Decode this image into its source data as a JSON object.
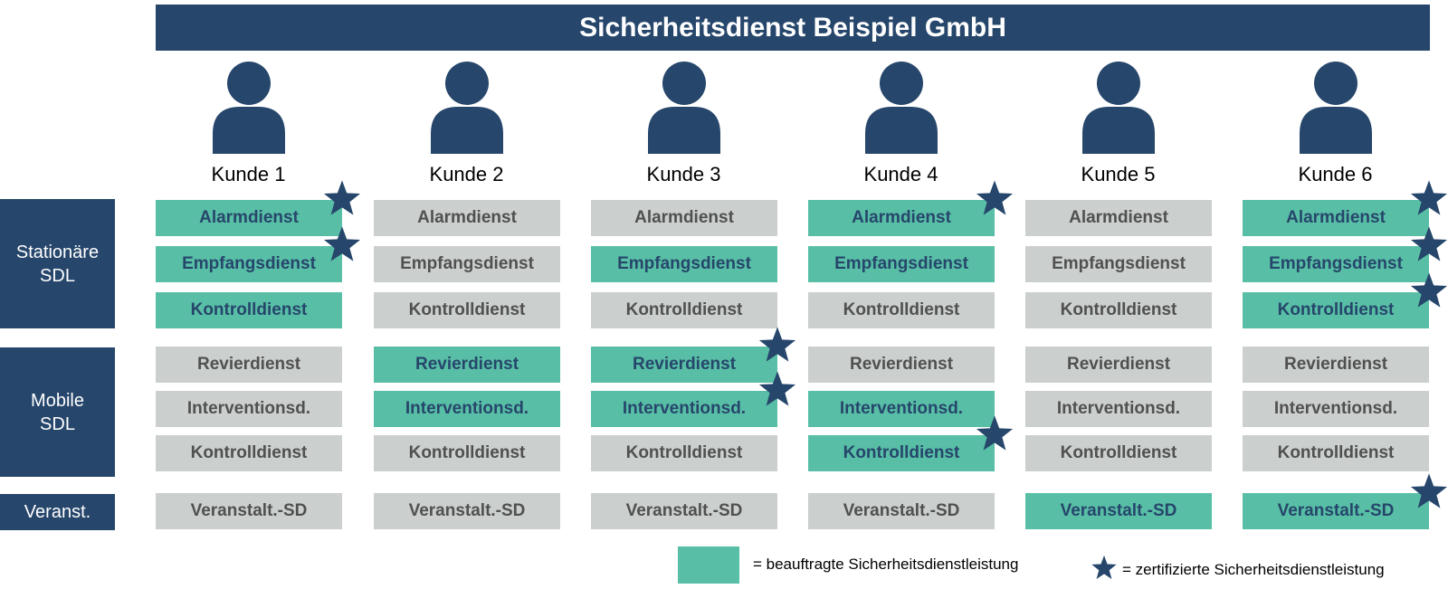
{
  "colors": {
    "navy": "#26466b",
    "teal": "#58bfa6",
    "gray": "#cbcfce"
  },
  "title": "Sicherheitsdienst Beispiel GmbH",
  "customers": [
    "Kunde 1",
    "Kunde 2",
    "Kunde 3",
    "Kunde 4",
    "Kunde 5",
    "Kunde 6"
  ],
  "categories": [
    {
      "lines": [
        "Stationäre",
        "SDL"
      ]
    },
    {
      "lines": [
        "Mobile",
        "SDL"
      ]
    },
    {
      "lines": [
        "Veranst."
      ]
    }
  ],
  "services": [
    "Alarmdienst",
    "Empfangsdienst",
    "Kontrolldienst",
    "Revierdienst",
    "Interventionsd.",
    "Kontrolldienst",
    "Veranstalt.-SD"
  ],
  "matrix": [
    [
      {
        "active": true,
        "certified": true
      },
      {
        "active": true,
        "certified": true
      },
      {
        "active": true,
        "certified": false
      },
      {
        "active": false,
        "certified": false
      },
      {
        "active": false,
        "certified": false
      },
      {
        "active": false,
        "certified": false
      },
      {
        "active": false,
        "certified": false
      }
    ],
    [
      {
        "active": false,
        "certified": false
      },
      {
        "active": false,
        "certified": false
      },
      {
        "active": false,
        "certified": false
      },
      {
        "active": true,
        "certified": false
      },
      {
        "active": true,
        "certified": false
      },
      {
        "active": false,
        "certified": false
      },
      {
        "active": false,
        "certified": false
      }
    ],
    [
      {
        "active": false,
        "certified": false
      },
      {
        "active": true,
        "certified": false
      },
      {
        "active": false,
        "certified": false
      },
      {
        "active": true,
        "certified": true
      },
      {
        "active": true,
        "certified": true
      },
      {
        "active": false,
        "certified": false
      },
      {
        "active": false,
        "certified": false
      }
    ],
    [
      {
        "active": true,
        "certified": true
      },
      {
        "active": true,
        "certified": false
      },
      {
        "active": false,
        "certified": false
      },
      {
        "active": false,
        "certified": false
      },
      {
        "active": true,
        "certified": false
      },
      {
        "active": true,
        "certified": true
      },
      {
        "active": false,
        "certified": false
      }
    ],
    [
      {
        "active": false,
        "certified": false
      },
      {
        "active": false,
        "certified": false
      },
      {
        "active": false,
        "certified": false
      },
      {
        "active": false,
        "certified": false
      },
      {
        "active": false,
        "certified": false
      },
      {
        "active": false,
        "certified": false
      },
      {
        "active": true,
        "certified": false
      }
    ],
    [
      {
        "active": true,
        "certified": true
      },
      {
        "active": true,
        "certified": true
      },
      {
        "active": true,
        "certified": true
      },
      {
        "active": false,
        "certified": false
      },
      {
        "active": false,
        "certified": false
      },
      {
        "active": false,
        "certified": false
      },
      {
        "active": true,
        "certified": true
      }
    ]
  ],
  "legend": {
    "commissioned": "= beauftragte Sicherheitsdienstleistung",
    "certified": "= zertifizierte Sicherheitsdienstleistung"
  }
}
